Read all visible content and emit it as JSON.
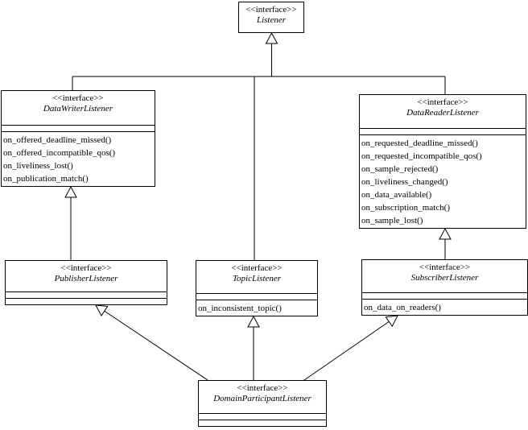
{
  "diagram": {
    "classes": [
      {
        "id": "listener",
        "stereotype": "<<interface>>",
        "name": "Listener",
        "operations": []
      },
      {
        "id": "datawriter",
        "stereotype": "<<interface>>",
        "name": "DataWriterListener",
        "operations": [
          "on_offered_deadline_missed()",
          "on_offered_incompatible_qos()",
          "on_liveliness_lost()",
          "on_publication_match()"
        ]
      },
      {
        "id": "datareader",
        "stereotype": "<<interface>>",
        "name": "DataReaderListener",
        "operations": [
          "on_requested_deadline_missed()",
          "on_requested_incompatible_qos()",
          "on_sample_rejected()",
          "on_liveliness_changed()",
          "on_data_available()",
          "on_subscription_match()",
          "on_sample_lost()"
        ]
      },
      {
        "id": "publisher",
        "stereotype": "<<interface>>",
        "name": "PublisherListener",
        "operations": []
      },
      {
        "id": "topic",
        "stereotype": "<<interface>>",
        "name": "TopicListener",
        "operations": [
          "on_inconsistent_topic()"
        ]
      },
      {
        "id": "subscriber",
        "stereotype": "<<interface>>",
        "name": "SubscriberListener",
        "operations": [
          "on_data_on_readers()"
        ]
      },
      {
        "id": "domainparticipant",
        "stereotype": "<<interface>>",
        "name": "DomainParticipantListener",
        "operations": []
      }
    ],
    "generalizations": [
      {
        "from": "datawriter",
        "to": "listener"
      },
      {
        "from": "topic",
        "to": "listener"
      },
      {
        "from": "datareader",
        "to": "listener"
      },
      {
        "from": "publisher",
        "to": "datawriter"
      },
      {
        "from": "subscriber",
        "to": "datareader"
      },
      {
        "from": "domainparticipant",
        "to": "publisher"
      },
      {
        "from": "domainparticipant",
        "to": "topic"
      },
      {
        "from": "domainparticipant",
        "to": "subscriber"
      }
    ]
  }
}
